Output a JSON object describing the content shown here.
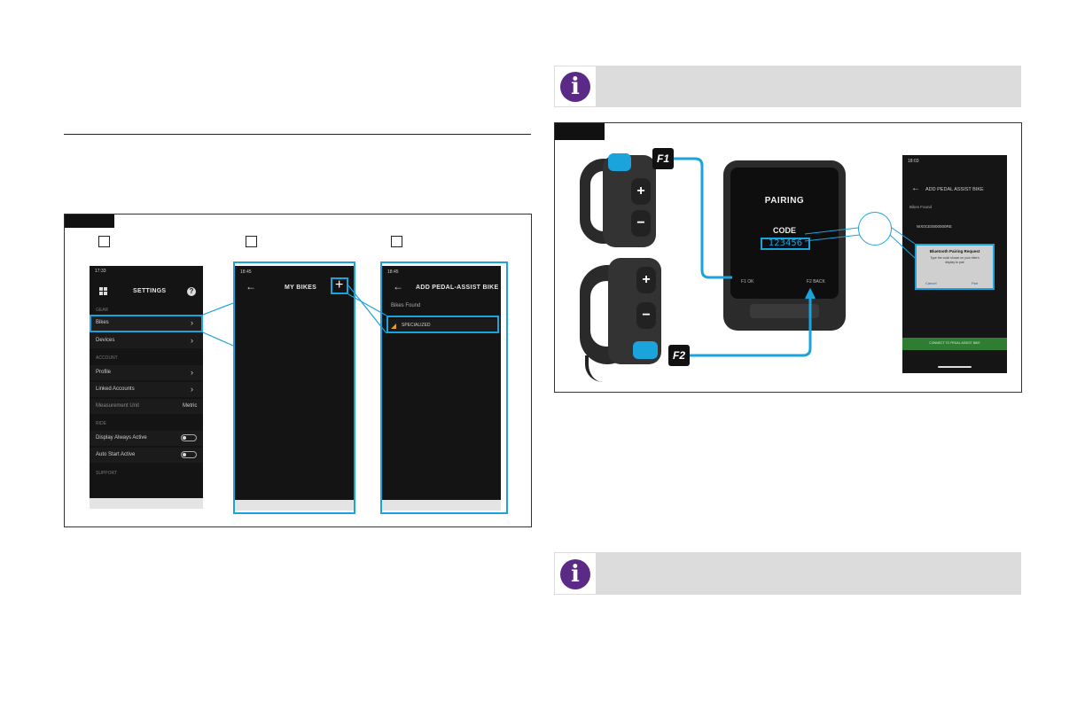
{
  "figure_left": {
    "phone1": {
      "status_time": "17:33",
      "title": "SETTINGS",
      "sections": [
        {
          "header": "GEAR",
          "items": [
            {
              "label": "Bikes",
              "chevron": true
            },
            {
              "label": "Devices",
              "chevron": true
            }
          ]
        },
        {
          "header": "ACCOUNT",
          "items": [
            {
              "label": "Profile",
              "chevron": true
            },
            {
              "label": "Linked Accounts",
              "chevron": true
            },
            {
              "label": "Measurement Unit",
              "value": "Metric"
            }
          ]
        },
        {
          "header": "RIDE",
          "items": [
            {
              "label": "Display Always Active",
              "toggle": "off"
            },
            {
              "label": "Auto Start Active",
              "toggle": "off"
            }
          ]
        },
        {
          "header": "SUPPORT",
          "items": []
        }
      ]
    },
    "phone2": {
      "status_time": "18:45",
      "title": "MY BIKES",
      "add_glyph": "+"
    },
    "phone3": {
      "status_time": "18:45",
      "title": "ADD PEDAL-ASSIST BIKE",
      "section": "Bikes Found",
      "found_bike": "SPECIALIZED"
    }
  },
  "figure_right": {
    "display": {
      "line1": "PAIRING",
      "line2": "CODE",
      "code": "123456",
      "f1_label": "F1 OK",
      "f2_label": "F2 BACK"
    },
    "remote_top_badge": "F1",
    "remote_bottom_badge": "F2",
    "phone": {
      "status_time": "18:03",
      "title": "ADD PEDAL ASSIST BIKE",
      "section": "Bikes Found",
      "found_bike": "WX0CE0000000RE",
      "dialog_title": "Bluetooth Pairing Request",
      "dialog_body": "Type the code shown on your bike's display to pair",
      "cancel": "Cancel",
      "pair": "Pair",
      "connect_button": "CONNECT TO PEDAL ASSIST BIKE"
    }
  },
  "colors": {
    "accent_blue": "#1ba3dc",
    "info_purple": "#5b2a86",
    "info_bg": "#dcdcdc",
    "phone_bg": "#141414",
    "connect_green": "#2e7d32"
  },
  "icons": [
    "info-icon",
    "grid-icon",
    "help-icon",
    "back-arrow-icon",
    "plus-icon",
    "chevron-right-icon",
    "signal-icon",
    "plus-button-icon",
    "minus-button-icon"
  ]
}
